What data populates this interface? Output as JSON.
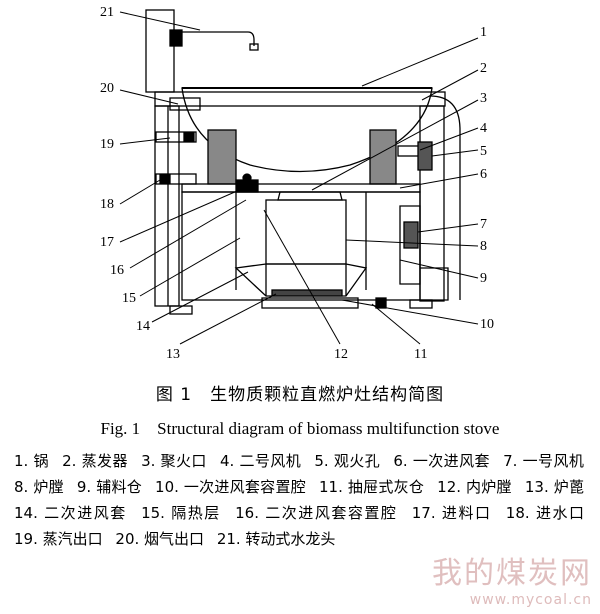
{
  "figure": {
    "caption_cn": "图 1　生物质颗粒直燃炉灶结构简图",
    "caption_en": "Fig. 1　Structural diagram of biomass multifunction stove"
  },
  "callouts": [
    "1",
    "2",
    "3",
    "4",
    "5",
    "6",
    "7",
    "8",
    "9",
    "10",
    "11",
    "12",
    "13",
    "14",
    "15",
    "16",
    "17",
    "18",
    "19",
    "20",
    "21"
  ],
  "legend": [
    "1. 锅",
    "2. 蒸发器",
    "3. 聚火口",
    "4. 二号风机",
    "5. 观火孔",
    "6. 一次进风套",
    "7. 一号风机",
    "8. 炉膛",
    "9. 辅料仓",
    "10. 一次进风套容置腔",
    "11. 抽屉式灰仓",
    "12. 内炉膛",
    "13. 炉蓖",
    "14. 二次进风套",
    "15. 隔热层",
    "16. 二次进风套容置腔",
    "17. 进料口",
    "18. 进水口",
    "19. 蒸汽出口",
    "20. 烟气出口",
    "21. 转动式水龙头"
  ],
  "watermark": {
    "text": "我的煤炭网",
    "url": "www.mycoal.cn"
  }
}
